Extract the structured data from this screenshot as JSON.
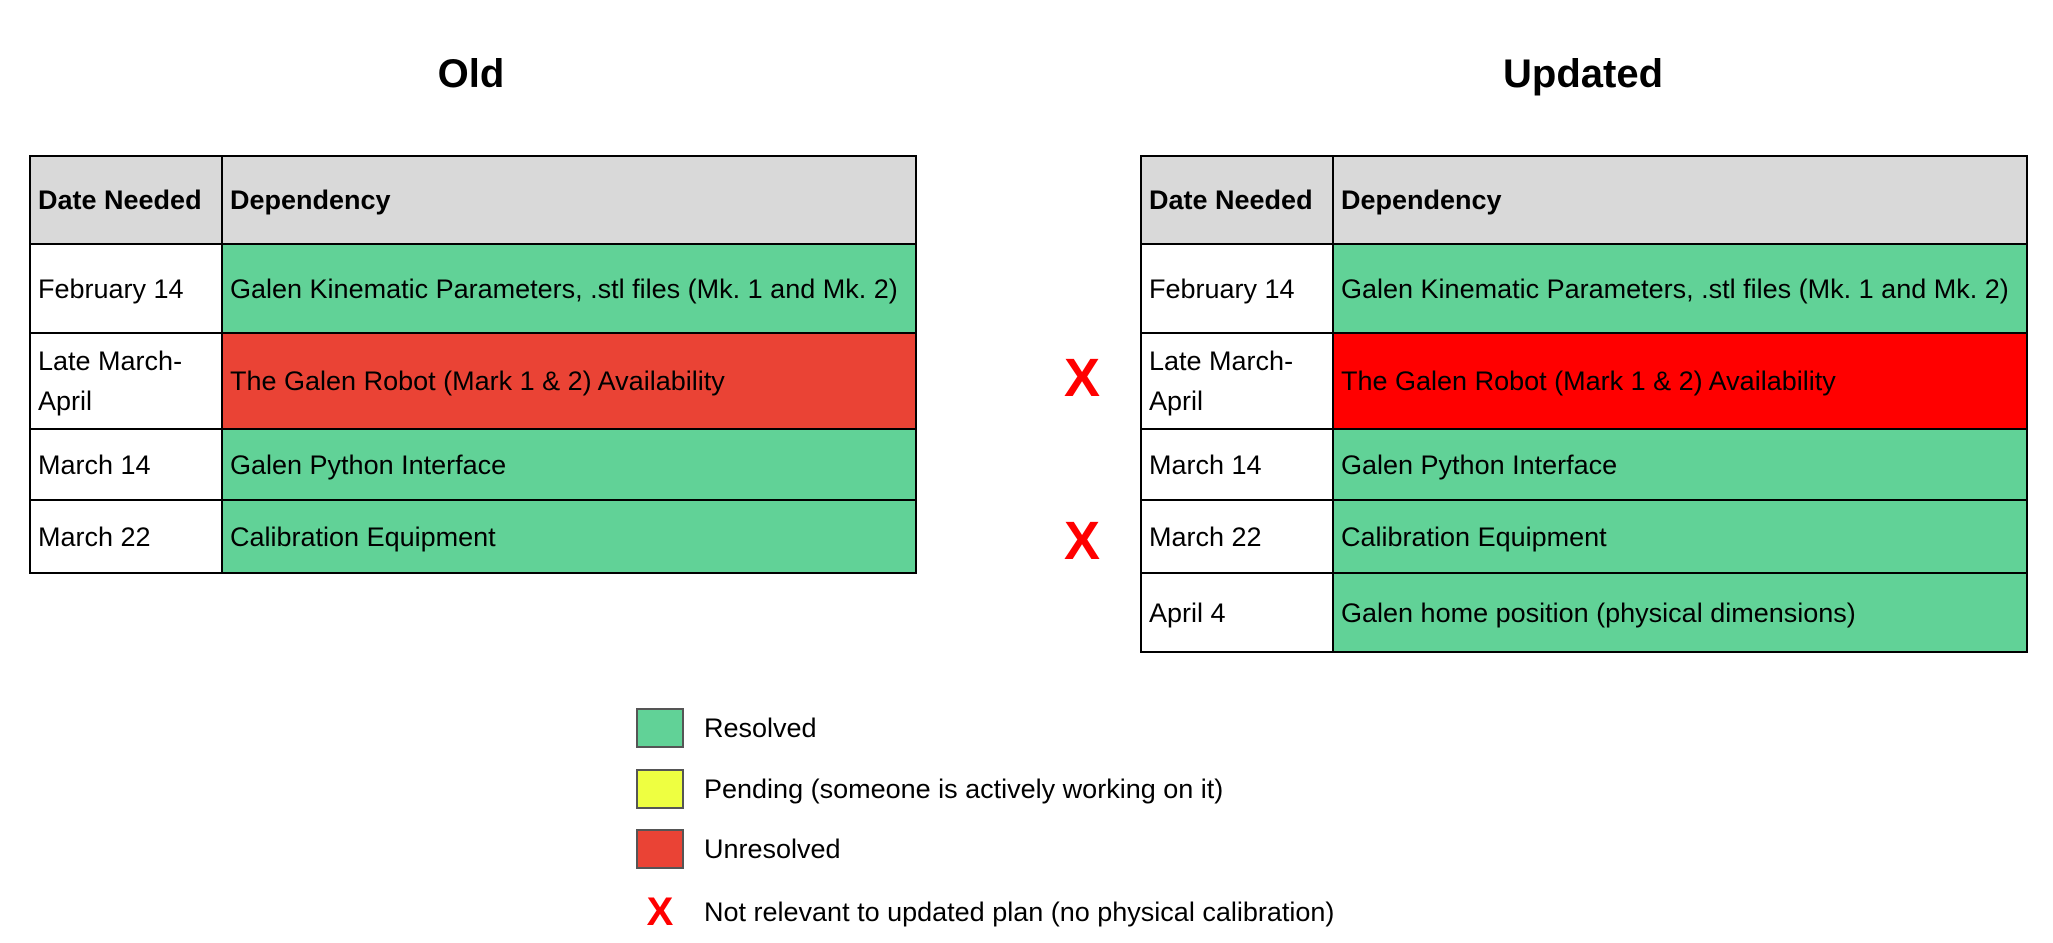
{
  "old": {
    "title": "Old",
    "headers": [
      "Date Needed",
      "Dependency"
    ],
    "rows": [
      {
        "date": "February 14",
        "dependency": "Galen Kinematic Parameters, .stl files (Mk. 1 and Mk. 2)",
        "status": "resolved"
      },
      {
        "date": "Late March-April",
        "dependency": "The Galen Robot (Mark 1 & 2) Availability",
        "status": "unresolved"
      },
      {
        "date": "March 14",
        "dependency": "Galen Python Interface",
        "status": "resolved"
      },
      {
        "date": "March 22",
        "dependency": "Calibration Equipment",
        "status": "resolved"
      }
    ]
  },
  "updated": {
    "title": "Updated",
    "headers": [
      "Date Needed",
      "Dependency"
    ],
    "rows": [
      {
        "date": "February 14",
        "dependency": "Galen Kinematic Parameters, .stl files (Mk. 1 and Mk. 2)",
        "status": "resolved",
        "not_relevant": false
      },
      {
        "date": "Late March-April",
        "dependency": "The Galen Robot (Mark 1 & 2) Availability",
        "status": "unresolved",
        "not_relevant": true
      },
      {
        "date": "March 14",
        "dependency": "Galen Python Interface",
        "status": "resolved",
        "not_relevant": false
      },
      {
        "date": "March 22",
        "dependency": "Calibration Equipment",
        "status": "resolved",
        "not_relevant": true
      },
      {
        "date": "April 4",
        "dependency": "Galen home position (physical dimensions)",
        "status": "resolved",
        "not_relevant": false
      }
    ],
    "x_mark": "X"
  },
  "legend": {
    "resolved": "Resolved",
    "pending": "Pending (someone is actively working on it)",
    "unresolved": "Unresolved",
    "not_relevant": "Not relevant to updated plan (no physical calibration)",
    "x_mark": "X"
  },
  "colors": {
    "resolved": "#61d297",
    "pending": "#eeff41",
    "unresolved_old": "#ea4335",
    "unresolved_new": "#ff0000",
    "x_mark": "#ff0000",
    "header": "#d9d9d9"
  }
}
